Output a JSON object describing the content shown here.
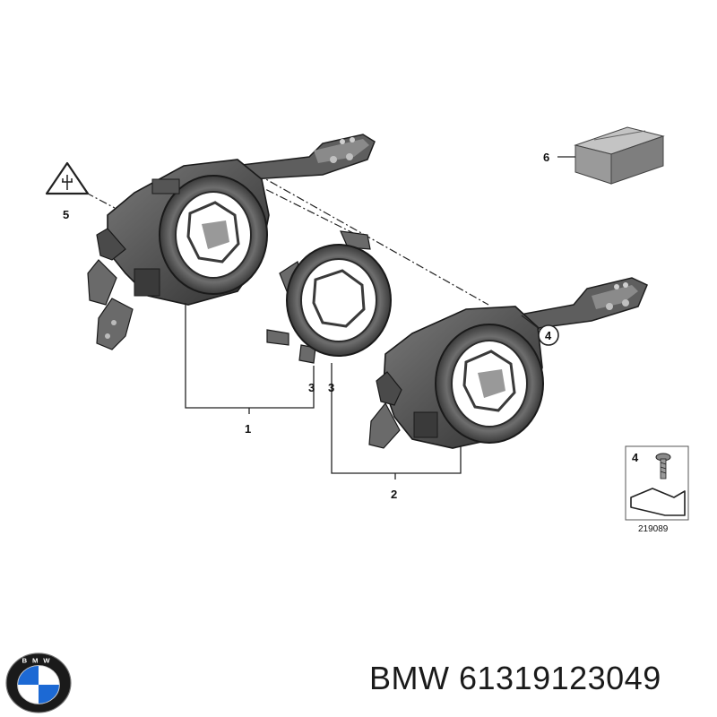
{
  "diagram": {
    "callouts": {
      "c1": "1",
      "c2": "2",
      "c3a": "3",
      "c3b": "3",
      "c4": "4",
      "c5": "5",
      "c6": "6"
    },
    "reference_box": {
      "item": "4",
      "number": "219089"
    }
  },
  "brand": {
    "logo_letters": "BMW",
    "colors": {
      "blue": "#1c69d4",
      "ring": "#1a1a1a",
      "white": "#ffffff"
    }
  },
  "part_label": "BMW 61319123049",
  "colors": {
    "part_dark": "#3a3a3a",
    "part_mid": "#6a6a6a",
    "part_light": "#9a9a9a",
    "box_top": "#b8b8b8",
    "box_side": "#8c8c8c"
  }
}
